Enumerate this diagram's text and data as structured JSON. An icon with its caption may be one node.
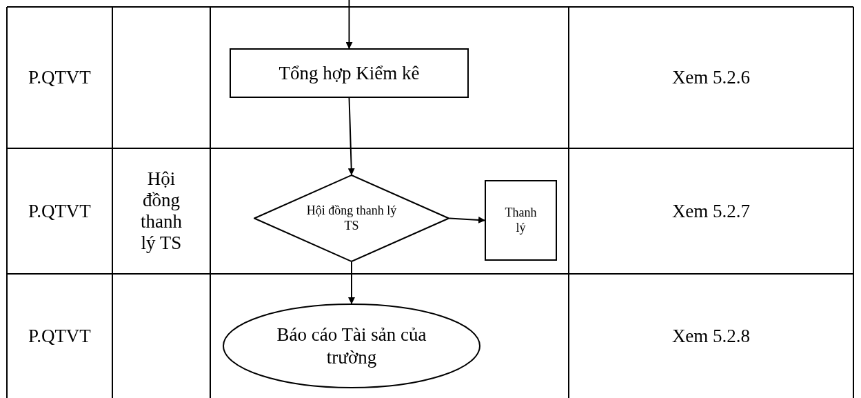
{
  "diagram": {
    "nodes": [
      {
        "text": [
          "Tổng hợp Kiểm kê"
        ]
      },
      {
        "text": [
          "Hội đồng thanh lý TS"
        ]
      },
      {
        "text": [
          "Thanh lý"
        ]
      },
      {
        "text": [
          "Báo cáo Tài sản của trường"
        ]
      }
    ],
    "edges": [
      {
        "from": null,
        "to": 0,
        "arrow": "to"
      },
      {
        "from": 0,
        "to": 1,
        "arrow": "to"
      },
      {
        "from": 1,
        "to": 2,
        "arrow": "to"
      },
      {
        "from": 1,
        "to": 3,
        "arrow": "to"
      }
    ],
    "labels": [
      "P.QTVT",
      "Xem 5.2.6",
      "P.QTVT",
      "Hội đồng thanh lý TS",
      "Xem 5.2.7",
      "P.QTVT",
      "Xem 5.2.8"
    ]
  }
}
